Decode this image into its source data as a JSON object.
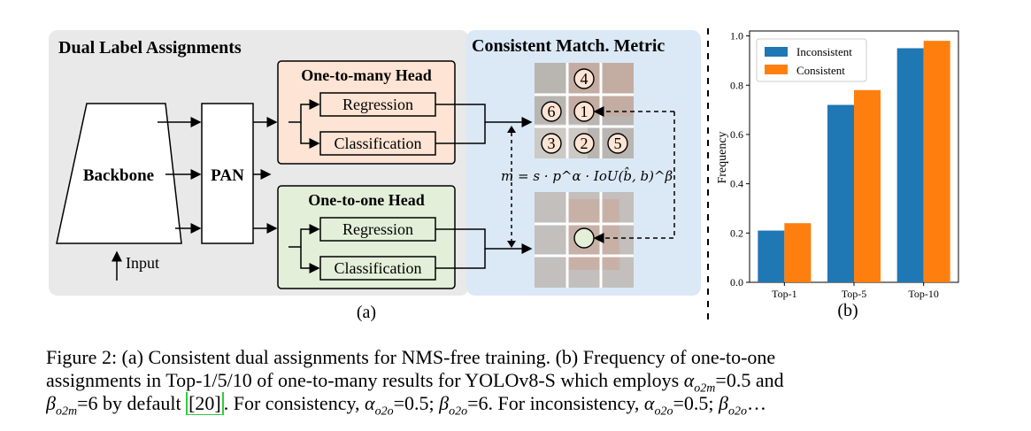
{
  "panel_a": {
    "section_left_title": "Dual Label Assignments",
    "section_right_title": "Consistent Match. Metric",
    "backbone": "Backbone",
    "pan": "PAN",
    "input": "Input",
    "one_to_many_head": "One-to-many Head",
    "one_to_one_head": "One-to-one Head",
    "regression": "Regression",
    "classification": "Classification",
    "ranks": [
      "4",
      "6",
      "1",
      "3",
      "2",
      "5"
    ],
    "formula": "m = s · p^α · IoU(b̂, b)^β",
    "sub_label": "(a)"
  },
  "panel_b": {
    "sub_label": "(b)"
  },
  "chart_data": {
    "type": "bar",
    "categories": [
      "Top-1",
      "Top-5",
      "Top-10"
    ],
    "series": [
      {
        "name": "Inconsistent",
        "color": "#1f77b4",
        "values": [
          0.21,
          0.72,
          0.95
        ]
      },
      {
        "name": "Consistent",
        "color": "#ff7f0e",
        "values": [
          0.24,
          0.78,
          0.98
        ]
      }
    ],
    "ylabel": "Frequency",
    "ylim": [
      0.0,
      1.02
    ],
    "yticks": [
      "0.0",
      "0.2",
      "0.4",
      "0.6",
      "0.8",
      "1.0"
    ],
    "legend": "top-left",
    "grid": false
  },
  "caption": {
    "l1": "Figure 2: (a) Consistent dual assignments for NMS-free training.  (b) Frequency of one-to-one",
    "l2a": "assignments in Top-1/5/10 of one-to-many results for YOLOv8-S which employs ",
    "alpha": "α",
    "o2m": "o2m",
    "l2b": "=0.5 and",
    "beta": "β",
    "l3a": "=6 by default ",
    "ref": "[20]",
    "l3b": ". For consistency, ",
    "o2o": "o2o",
    "v05": "=0.5; ",
    "v6": "=6. For inconsistency, ",
    "tail": "…"
  }
}
